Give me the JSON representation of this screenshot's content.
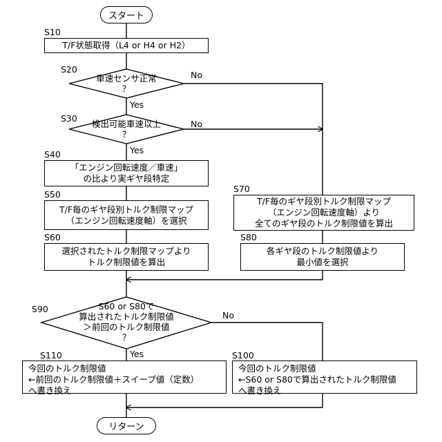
{
  "start": "スタート",
  "end": "リターン",
  "answers": {
    "yes": "Yes",
    "no": "No"
  },
  "steps": {
    "s10": {
      "id": "S10",
      "lines": [
        "T/F状態取得（L4 or H4 or H2）"
      ]
    },
    "s20": {
      "id": "S20",
      "lines": [
        "車速センサ正常",
        "？"
      ]
    },
    "s30": {
      "id": "S30",
      "lines": [
        "検出可能車速以上",
        "？"
      ]
    },
    "s40": {
      "id": "S40",
      "lines": [
        "「エンジン回転速度／車速」",
        "の比より実ギヤ段特定"
      ]
    },
    "s50": {
      "id": "S50",
      "lines": [
        "T/F毎のギヤ段別トルク制限マップ",
        "（エンジン回転速度軸）を選択"
      ]
    },
    "s60": {
      "id": "S60",
      "lines": [
        "選択されたトルク制限マップより",
        "トルク制限値を算出"
      ]
    },
    "s70": {
      "id": "S70",
      "lines": [
        "T/F毎のギヤ段別トルク制限マップ",
        "（エンジン回転速度軸）より",
        "全てのギヤ段のトルク制限値を算出"
      ]
    },
    "s80": {
      "id": "S80",
      "lines": [
        "各ギヤ段のトルク制限値より",
        "最小値を選択"
      ]
    },
    "s90": {
      "id": "S90",
      "lines": [
        "S60 or S80で",
        "算出されたトルク制限値",
        "＞前回のトルク制限値",
        "？"
      ]
    },
    "s100": {
      "id": "S100",
      "lines": [
        "今回のトルク制限値",
        "←S60 or S80で算出されたトルク制限値",
        "へ書き換え"
      ]
    },
    "s110": {
      "id": "S110",
      "lines": [
        "今回のトルク制限値",
        "←前回のトルク制限値＋スイープ値（定数）",
        "へ書き換え"
      ]
    }
  }
}
